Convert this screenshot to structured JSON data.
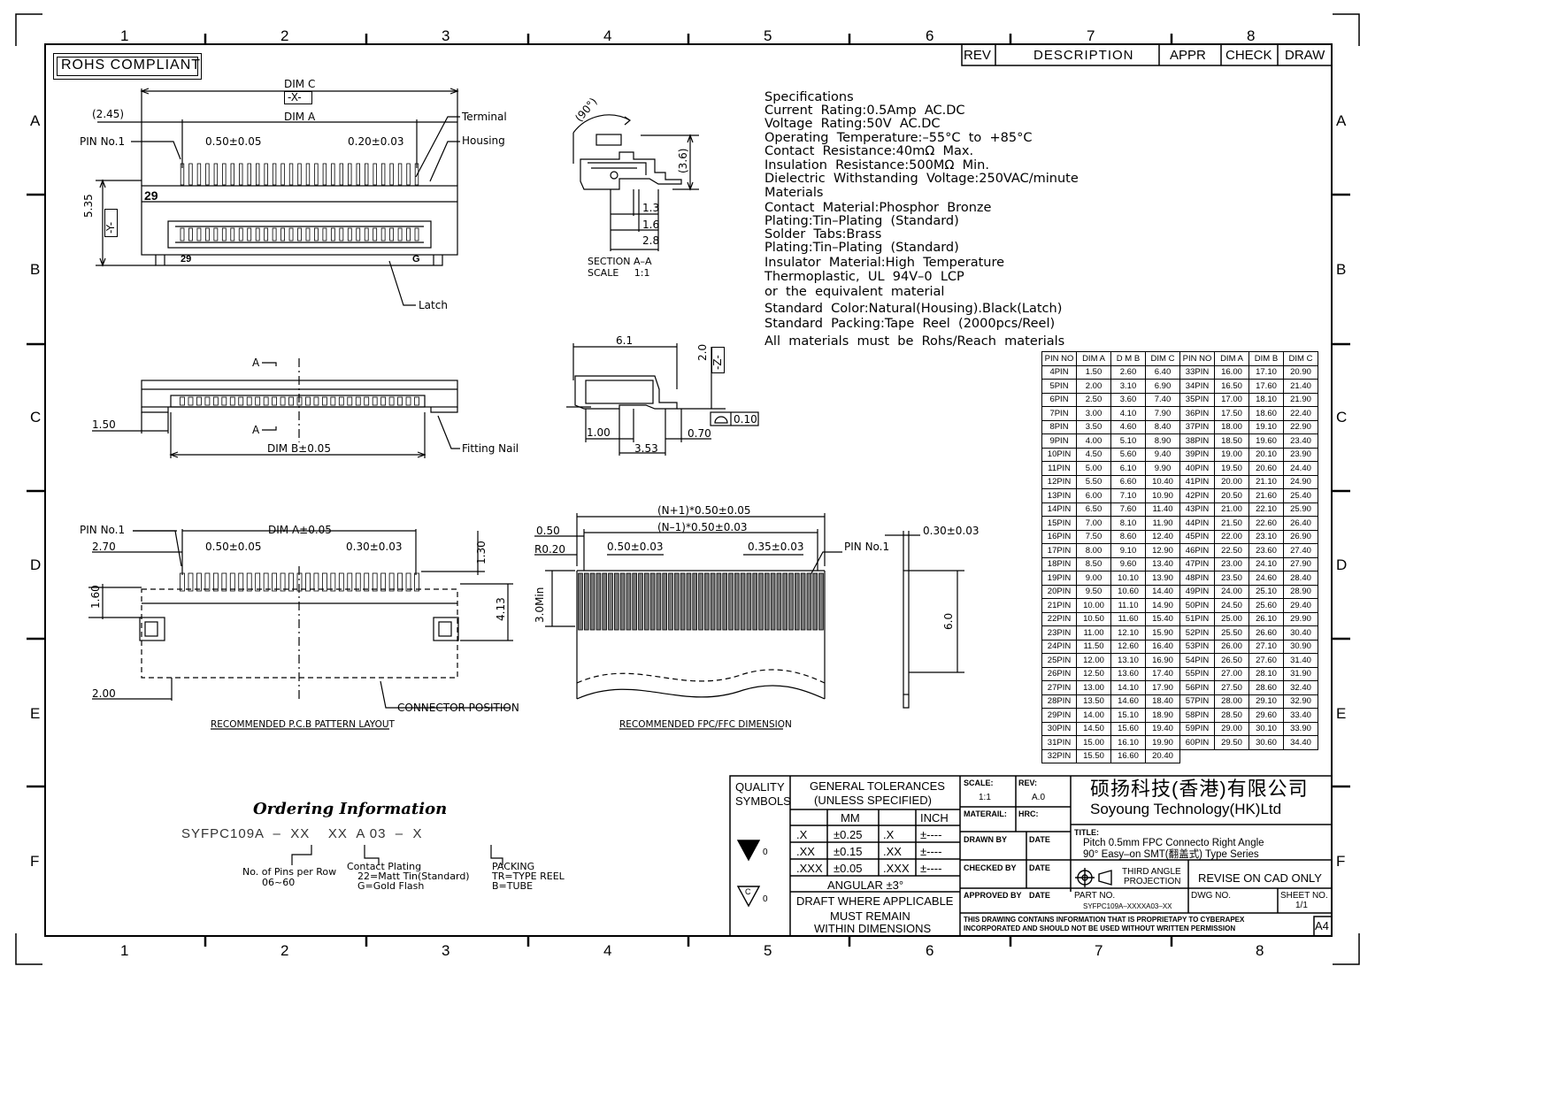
{
  "zones": {
    "cols": [
      "1",
      "2",
      "3",
      "4",
      "5",
      "6",
      "7",
      "8"
    ],
    "rows": [
      "A",
      "B",
      "C",
      "D",
      "E",
      "F"
    ]
  },
  "revision_block": {
    "rev": "REV",
    "description": "DESCRIPTION",
    "appr": "APPR",
    "check": "CHECK",
    "draw": "DRAW"
  },
  "rohs_badge": "ROHS COMPLIANT",
  "top_view": {
    "dim_c": "DIM C",
    "x_box": "-X-",
    "dim_2_45": "(2.45)",
    "dim_a": "DIM A",
    "pin_no1": "PIN No.1",
    "pitch_left": "0.50±0.05",
    "pitch_right": "0.20±0.03",
    "terminal": "Terminal",
    "housing": "Housing",
    "marker_29_top": "29",
    "marker_29_bottom": "29",
    "marker_g": "G",
    "dim_5_35": "5.35",
    "y_box": "-Y-",
    "latch": "Latch"
  },
  "section_view": {
    "angle": "(90°)",
    "dim_3_6": "(3.6)",
    "dim_1_3": "1.3",
    "dim_1_6": "1.6",
    "dim_2_8": "2.8",
    "title": "SECTION A–A",
    "scale": "SCALE     1:1"
  },
  "specifications": [
    "Specifications",
    "Current  Rating:0.5Amp  AC.DC",
    "Voltage  Rating:50V  AC.DC",
    "Operating  Temperature:–55°C  to  +85°C",
    "Contact  Resistance:40mΩ  Max.",
    "Insulation  Resistance:500MΩ  Min.",
    "Dielectric  Withstanding  Voltage:250VAC/minute",
    "Materials",
    "Contact  Material:Phosphor  Bronze",
    "Plating:Tin–Plating  (Standard)",
    "Solder  Tabs:Brass",
    "Plating:Tin–Plating  (Standard)",
    "Insulator  Material:High  Temperature",
    "Thermoplastic,  UL  94V–0  LCP",
    "or  the  equivalent  material",
    "Standard  Color:Natural(Housing).Black(Latch)",
    "Standard  Packing:Tape  Reel  (2000pcs/Reel)",
    "All  materials  must  be  Rohs/Reach  materials"
  ],
  "front_view": {
    "a_top": "A",
    "a_bottom": "A",
    "dim_1_50": "1.50",
    "dim_b": "DIM  B±0.05",
    "fitting_nail": "Fitting  Nail"
  },
  "side_view": {
    "dim_6_1": "6.1",
    "dim_2_0": "2.0",
    "z_box": "-Z-",
    "flatness": "0.10",
    "dim_1_00": "1.00",
    "dim_0_70": "0.70",
    "dim_3_53": "3.53"
  },
  "pcb_layout": {
    "pin_no1": "PIN  No.1",
    "dim_a": "DIM  A±0.05",
    "dim_2_70": "2.70",
    "pitch_left": "0.50±0.05",
    "pitch_right": "0.30±0.03",
    "dim_1_30": "1.30",
    "dim_1_60": "1.60",
    "dim_4_13": "4.13",
    "dim_2_00": "2.00",
    "connector_position": "CONNECTOR  POSITION",
    "caption": "RECOMMENDED  P.C.B  PATTERN  LAYOUT"
  },
  "fpc_dimension": {
    "n_plus": "(N+1)*0.50±0.05",
    "n_minus": "(N–1)*0.50±0.03",
    "dim_0_50": "0.50",
    "r_0_20": "R0.20",
    "pitch_left": "0.50±0.03",
    "pitch_right": "0.35±0.03",
    "pin_no1": "PIN  No.1",
    "min": "3.0Min",
    "thickness": "0.30±0.03",
    "dim_6_0": "6.0",
    "caption": "RECOMMENDED  FPC/FFC  DIMENSION"
  },
  "pin_table": {
    "headers": [
      "PIN NO",
      "DIM A",
      "D M B",
      "DIM C",
      "PIN NO",
      "DIM A",
      "DIM B",
      "DIM C"
    ],
    "rows": [
      [
        "4PIN",
        "1.50",
        "2.60",
        "6.40",
        "33PIN",
        "16.00",
        "17.10",
        "20.90"
      ],
      [
        "5PIN",
        "2.00",
        "3.10",
        "6.90",
        "34PIN",
        "16.50",
        "17.60",
        "21.40"
      ],
      [
        "6PIN",
        "2.50",
        "3.60",
        "7.40",
        "35PIN",
        "17.00",
        "18.10",
        "21.90"
      ],
      [
        "7PIN",
        "3.00",
        "4.10",
        "7.90",
        "36PIN",
        "17.50",
        "18.60",
        "22.40"
      ],
      [
        "8PIN",
        "3.50",
        "4.60",
        "8.40",
        "37PIN",
        "18.00",
        "19.10",
        "22.90"
      ],
      [
        "9PIN",
        "4.00",
        "5.10",
        "8.90",
        "38PIN",
        "18.50",
        "19.60",
        "23.40"
      ],
      [
        "10PIN",
        "4.50",
        "5.60",
        "9.40",
        "39PIN",
        "19.00",
        "20.10",
        "23.90"
      ],
      [
        "11PIN",
        "5.00",
        "6.10",
        "9.90",
        "40PIN",
        "19.50",
        "20.60",
        "24.40"
      ],
      [
        "12PIN",
        "5.50",
        "6.60",
        "10.40",
        "41PIN",
        "20.00",
        "21.10",
        "24.90"
      ],
      [
        "13PIN",
        "6.00",
        "7.10",
        "10.90",
        "42PIN",
        "20.50",
        "21.60",
        "25.40"
      ],
      [
        "14PIN",
        "6.50",
        "7.60",
        "11.40",
        "43PIN",
        "21.00",
        "22.10",
        "25.90"
      ],
      [
        "15PIN",
        "7.00",
        "8.10",
        "11.90",
        "44PIN",
        "21.50",
        "22.60",
        "26.40"
      ],
      [
        "16PIN",
        "7.50",
        "8.60",
        "12.40",
        "45PIN",
        "22.00",
        "23.10",
        "26.90"
      ],
      [
        "17PIN",
        "8.00",
        "9.10",
        "12.90",
        "46PIN",
        "22.50",
        "23.60",
        "27.40"
      ],
      [
        "18PIN",
        "8.50",
        "9.60",
        "13.40",
        "47PIN",
        "23.00",
        "24.10",
        "27.90"
      ],
      [
        "19PIN",
        "9.00",
        "10.10",
        "13.90",
        "48PIN",
        "23.50",
        "24.60",
        "28.40"
      ],
      [
        "20PIN",
        "9.50",
        "10.60",
        "14.40",
        "49PIN",
        "24.00",
        "25.10",
        "28.90"
      ],
      [
        "21PIN",
        "10.00",
        "11.10",
        "14.90",
        "50PIN",
        "24.50",
        "25.60",
        "29.40"
      ],
      [
        "22PIN",
        "10.50",
        "11.60",
        "15.40",
        "51PIN",
        "25.00",
        "26.10",
        "29.90"
      ],
      [
        "23PIN",
        "11.00",
        "12.10",
        "15.90",
        "52PIN",
        "25.50",
        "26.60",
        "30.40"
      ],
      [
        "24PIN",
        "11.50",
        "12.60",
        "16.40",
        "53PIN",
        "26.00",
        "27.10",
        "30.90"
      ],
      [
        "25PIN",
        "12.00",
        "13.10",
        "16.90",
        "54PIN",
        "26.50",
        "27.60",
        "31.40"
      ],
      [
        "26PIN",
        "12.50",
        "13.60",
        "17.40",
        "55PIN",
        "27.00",
        "28.10",
        "31.90"
      ],
      [
        "27PIN",
        "13.00",
        "14.10",
        "17.90",
        "56PIN",
        "27.50",
        "28.60",
        "32.40"
      ],
      [
        "28PIN",
        "13.50",
        "14.60",
        "18.40",
        "57PIN",
        "28.00",
        "29.10",
        "32.90"
      ],
      [
        "29PIN",
        "14.00",
        "15.10",
        "18.90",
        "58PIN",
        "28.50",
        "29.60",
        "33.40"
      ],
      [
        "30PIN",
        "14.50",
        "15.60",
        "19.40",
        "59PIN",
        "29.00",
        "30.10",
        "33.90"
      ],
      [
        "31PIN",
        "15.00",
        "16.10",
        "19.90",
        "60PIN",
        "29.50",
        "30.60",
        "34.40"
      ],
      [
        "32PIN",
        "15.50",
        "16.60",
        "20.40",
        "",
        "",
        "",
        ""
      ]
    ]
  },
  "ordering": {
    "title": "Ordering Information",
    "code": "SYFPC109A  –  XX    XX  A 03  –  X",
    "pins_label": "No.  of  Pins  per  Row",
    "pins_range": "06~60",
    "plating_label": "Contact  Plating",
    "plating_22": "22=Matt  Tin(Standard)",
    "plating_g": "G=Gold  Flash",
    "packing_label": "PACKING",
    "packing_tr": "TR=TYPE  REEL",
    "packing_b": "B=TUBE"
  },
  "title_block": {
    "quality_symbols": "QUALITY\nSYMBOLS",
    "general_tol": "GENERAL  TOLERANCES",
    "unless": "(UNLESS  SPECIFIED)",
    "mm": "MM",
    "inch": "INCH",
    "tol_rows": [
      [
        ".X",
        "±0.25",
        ".X",
        "±----"
      ],
      [
        ".XX",
        "±0.15",
        ".XX",
        "±----"
      ],
      [
        ".XXX",
        "±0.05",
        ".XXX",
        "±----"
      ]
    ],
    "angular": "ANGULAR  ±3°",
    "draft": "DRAFT  WHERE  APPLICABLE",
    "must_remain": "MUST  REMAIN",
    "within": "WITHIN  DIMENSIONS",
    "sym_0_a": "0",
    "sym_0_b": "0",
    "sym_c": "C",
    "scale_label": "SCALE:",
    "scale_value": "1:1",
    "rev_label": "REV:",
    "rev_value": "A.0",
    "material_label": "MATERAIL:",
    "hrc_label": "HRC:",
    "company_cn": "硕扬科技(香港)有限公司",
    "company_en": "Soyoung  Technology(HK)Ltd",
    "drawn_by": "DRAWN  BY",
    "checked_by": "CHECKED  BY",
    "approved_by": "APPROVED  BY",
    "date1": "DATE",
    "date2": "DATE",
    "date3": "DATE",
    "title_label": "TITLE:",
    "title_line1": "Pitch  0.5mm  FPC  Connecto  Right  Angle",
    "title_line2": "90°  Easy–on  SMT(翻盖式)  Type  Series",
    "third_angle": "THIRD  ANGLE",
    "projection": "PROJECTION",
    "revise": "REVISE  ON  CAD  ONLY",
    "part_no_label": "PART  NO.",
    "part_no_value": "SYFPC109A–XXXXA03–XX",
    "dwg_no_label": "DWG  NO.",
    "sheet_no_label": "SHEET  NO.",
    "sheet_value": "1/1",
    "notice1": "THIS  DRAWING  CONTAINS  INFORMATION  THAT  IS  PROPRIETAPY  TO  CYBERAPEX",
    "notice2": "INCORPORATED  AND  SHOULD  NOT  BE  USED  WITHOUT  WRITTEN  PERMISSION",
    "paper_size": "A4"
  }
}
